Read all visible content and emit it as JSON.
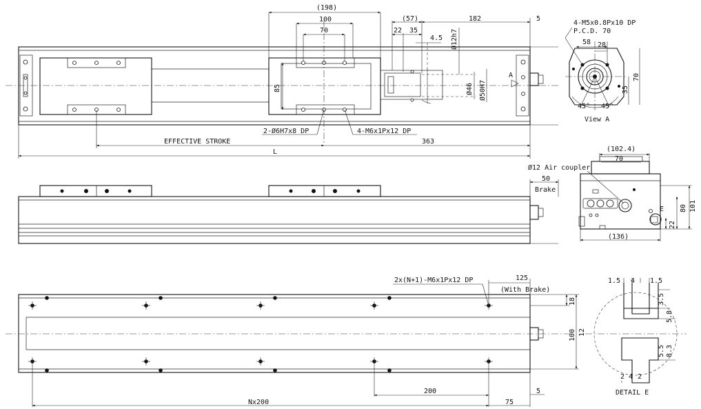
{
  "top_view": {
    "dim_198": "(198)",
    "dim_100": "100",
    "dim_70": "70",
    "dim_57": "(57)",
    "dim_182": "182",
    "dim_5": "5",
    "dim_22": "22",
    "dim_35": "35",
    "dim_4_5": "4.5",
    "dim_phi12h7": "Ø12h7",
    "dim_phi46": "Ø46",
    "dim_phi50h7": "Ø50H7",
    "dim_85": "85",
    "view_arrow_label": "A",
    "callout_dowel": "2-Ø6H7x8 DP",
    "callout_tap": "4-M6x1Px12 DP",
    "effective_stroke": "EFFECTIVE STROKE",
    "dim_363": "363",
    "dim_L": "L"
  },
  "view_a": {
    "callout": "4-M5x0.8Px10 DP",
    "pcd": "P.C.D. 70",
    "dim_58": "58",
    "dim_28": "28",
    "dim_35": "35",
    "dim_70": "70",
    "angle_left": "45°",
    "angle_right": "45°",
    "title": "View A"
  },
  "side_view": {
    "dim_50": "50",
    "brake": "Brake"
  },
  "end_view": {
    "dim_102_4": "(102.4)",
    "dim_70": "70",
    "air_coupler": "Ø12 Air coupler",
    "label_e": "E",
    "dim_101": "101",
    "dim_80": "80",
    "dim_22": "22",
    "dim_136": "(136)"
  },
  "bottom_view": {
    "callout": "2x(N+1)-M6x1Px12 DP",
    "dim_125": "125",
    "with_brake": "(With Brake)",
    "dim_18": "18",
    "dim_100": "100",
    "dim_12": "12",
    "dim_200": "200",
    "dim_nx200": "Nx200",
    "dim_75": "75",
    "dim_5": "5"
  },
  "detail_e": {
    "dim_1_5_left": "1.5",
    "dim_4": "4",
    "dim_1_5_right": "1.5",
    "dim_3_5": "3.5",
    "dim_5_8": "5.8",
    "dim_5_5": "5.5",
    "dim_8_3": "8.3",
    "dim_2_left": "2",
    "dim_4_bottom": "4",
    "dim_2_right": "2",
    "title": "DETAIL E"
  }
}
